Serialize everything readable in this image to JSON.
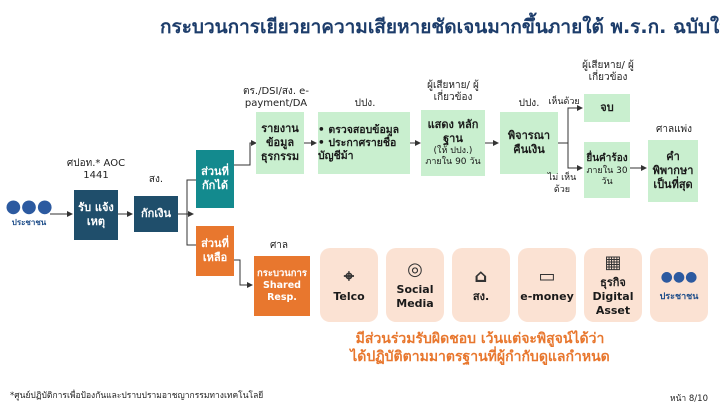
{
  "title": "กระบวนการเยียวยาความเสียหายชัดเจนมากขึ้นภายใต้ พ.ร.ก. ฉบับใหม่",
  "citizen_label": "ประชาชน",
  "steps": {
    "receive": {
      "actor": "ศปอท.* AOC 1441",
      "label": "รับ แจ้ง เหตุ"
    },
    "seize": {
      "actor": "สง.",
      "label": "กักเงิน"
    },
    "seized_part": "ส่วนที่ กักได้",
    "remaining_part": "ส่วนที่ เหลือ",
    "report": {
      "actor": "ตร./DSI/สง. e-payment/DA",
      "label": "รายงาน ข้อมูล ธุรกรรม"
    },
    "verify": {
      "actor": "ปปง.",
      "items": [
        "ตรวจสอบข้อมูล",
        "ประกาศรายชื่อ บัญชีม้า"
      ]
    },
    "evidence": {
      "actor": "ผู้เสียหาย/ ผู้เกี่ยวข้อง",
      "label": "แสดง หลักฐาน",
      "sub": "(ให้ ปปง.) ภายใน 90 วัน"
    },
    "consider": {
      "actor": "ปปง.",
      "label": "พิจารณา คืนเงิน"
    },
    "agree_label": "เห็นด้วย",
    "disagree_label": "ไม่ เห็นด้วย",
    "done": {
      "actor": "ผู้เสียหาย/ ผู้เกี่ยวข้อง",
      "label": "จบ"
    },
    "appeal": {
      "label": "ยื่นคำร้อง",
      "sub": "ภายใน 30 วัน"
    },
    "ruling": {
      "actor": "ศาลแพ่ง",
      "label": "คำพิพากษา เป็นที่สุด"
    },
    "court": {
      "actor": "ศาล",
      "label": "กระบวนการ Shared Resp."
    }
  },
  "parties": [
    {
      "icon": "antenna-icon",
      "glyph": "⌖",
      "label": "Telco"
    },
    {
      "icon": "social-media-icon",
      "glyph": "◎",
      "label": "Social Media"
    },
    {
      "icon": "bank-icon",
      "glyph": "⌂",
      "label": "สง."
    },
    {
      "icon": "card-icon",
      "glyph": "▭",
      "label": "e-money"
    },
    {
      "icon": "building-icon",
      "glyph": "▦",
      "label": "ธุรกิจ Digital Asset"
    },
    {
      "icon": "people-icon",
      "glyph": "●●●",
      "label": "ประชาชน"
    }
  ],
  "statement": [
    "มีส่วนร่วมรับผิดชอบ เว้นแต่จะพิสูจน์ได้ว่า",
    "ได้ปฏิบัติตามมาตรฐานที่ผู้กำกับดูแลกำหนด"
  ],
  "footnote": "*ศูนย์ปฏิบัติการเพื่อป้องกันและปราบปรามอาชญากรรมทางเทคโนโลยี",
  "page_number": "หน้า 8/10",
  "colors": {
    "navy": "#1f4e6b",
    "teal": "#138a8e",
    "orange": "#e8772e",
    "green": "#c9efcf",
    "peach": "#fbe2d3",
    "title": "#1d3d6b"
  }
}
